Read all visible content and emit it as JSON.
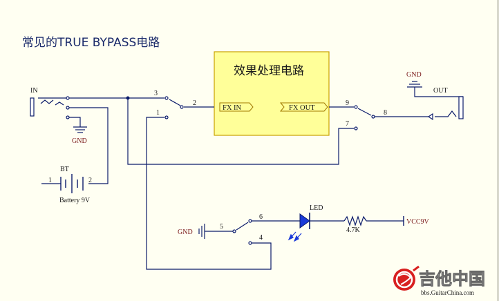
{
  "title": "常见的TRUE BYPASS电路",
  "fx_block": {
    "label": "效果处理电路",
    "fx_in": "FX IN",
    "fx_out": "FX OUT"
  },
  "input_jack": {
    "label": "IN",
    "ground": "GND"
  },
  "output_jack": {
    "label": "OUT",
    "ground": "GND"
  },
  "battery": {
    "designator": "BT",
    "pin1": "1",
    "pin2": "2",
    "value": "Battery 9V"
  },
  "footswitch_pins": {
    "p1": "1",
    "p2": "2",
    "p3": "3",
    "p4": "4",
    "p5": "5",
    "p6": "6",
    "p7": "7",
    "p8": "8",
    "p9": "9"
  },
  "led": {
    "label": "LED"
  },
  "resistor": {
    "value": "4.7K"
  },
  "power": {
    "label": "VCC9V"
  },
  "led_ground": {
    "label": "GND"
  },
  "watermark": {
    "text": "吉他中国",
    "url": "bbs.GuitarChina.com"
  },
  "colors": {
    "wire": "#0a1a6a",
    "label": "#1a1a1a",
    "designator": "#7a1a1a",
    "fx_fill": "#ffff99",
    "fx_stroke": "#c8a000",
    "led_fill": "#1a3ad8"
  }
}
